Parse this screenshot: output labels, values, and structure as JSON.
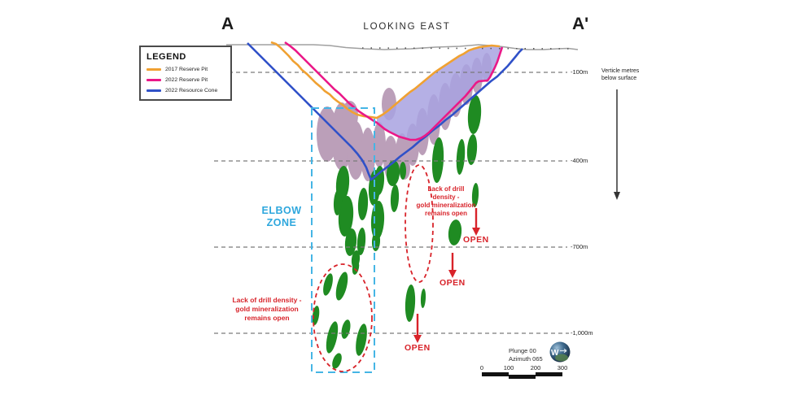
{
  "section": {
    "left_marker": "A",
    "right_marker": "A'",
    "view_title": "LOOKING EAST"
  },
  "legend": {
    "title": "LEGEND",
    "items": [
      {
        "label": "2017 Reserve Pit",
        "color": "#f0a132"
      },
      {
        "label": "2022 Reserve Pit",
        "color": "#ea1888"
      },
      {
        "label": "2022 Resource Cone",
        "color": "#3051c8"
      }
    ]
  },
  "depth_axis": {
    "note_line1": "Verticle metres",
    "note_line2": "below surface",
    "ticks": [
      {
        "label": "-100m"
      },
      {
        "label": "-400m"
      },
      {
        "label": "-700m"
      },
      {
        "label": "-1,000m"
      }
    ]
  },
  "elbow_zone": {
    "label_line1": "ELBOW",
    "label_line2": "ZONE"
  },
  "annotations": {
    "drill_density_mid": {
      "lines": [
        "Lack of drill",
        "density -",
        "gold mineralization",
        "remains open"
      ]
    },
    "drill_density_left": {
      "lines": [
        "Lack of drill density -",
        "gold mineralization",
        "remains open"
      ]
    },
    "open_label_1": "OPEN",
    "open_label_2": "OPEN",
    "open_label_3": "OPEN"
  },
  "orientation": {
    "plunge": "Plunge 00",
    "azimuth": "Azimuth 065",
    "compass_letter": "W"
  },
  "scale_bar": {
    "labels": [
      "0",
      "100",
      "200",
      "300"
    ]
  },
  "colors": {
    "pit_2017": "#f0a132",
    "pit_2022": "#ea1888",
    "cone_2022": "#3051c8",
    "mineral_green": "#1f8b22",
    "resource_mauve": "#b495b2",
    "pit_gain_lavender": "#a8a2e0",
    "elbow_cyan": "#45b5e5",
    "annotation_red": "#d8232a",
    "depth_line_gray": "#7a7a7a",
    "surface_gray": "#a0a0a0"
  }
}
